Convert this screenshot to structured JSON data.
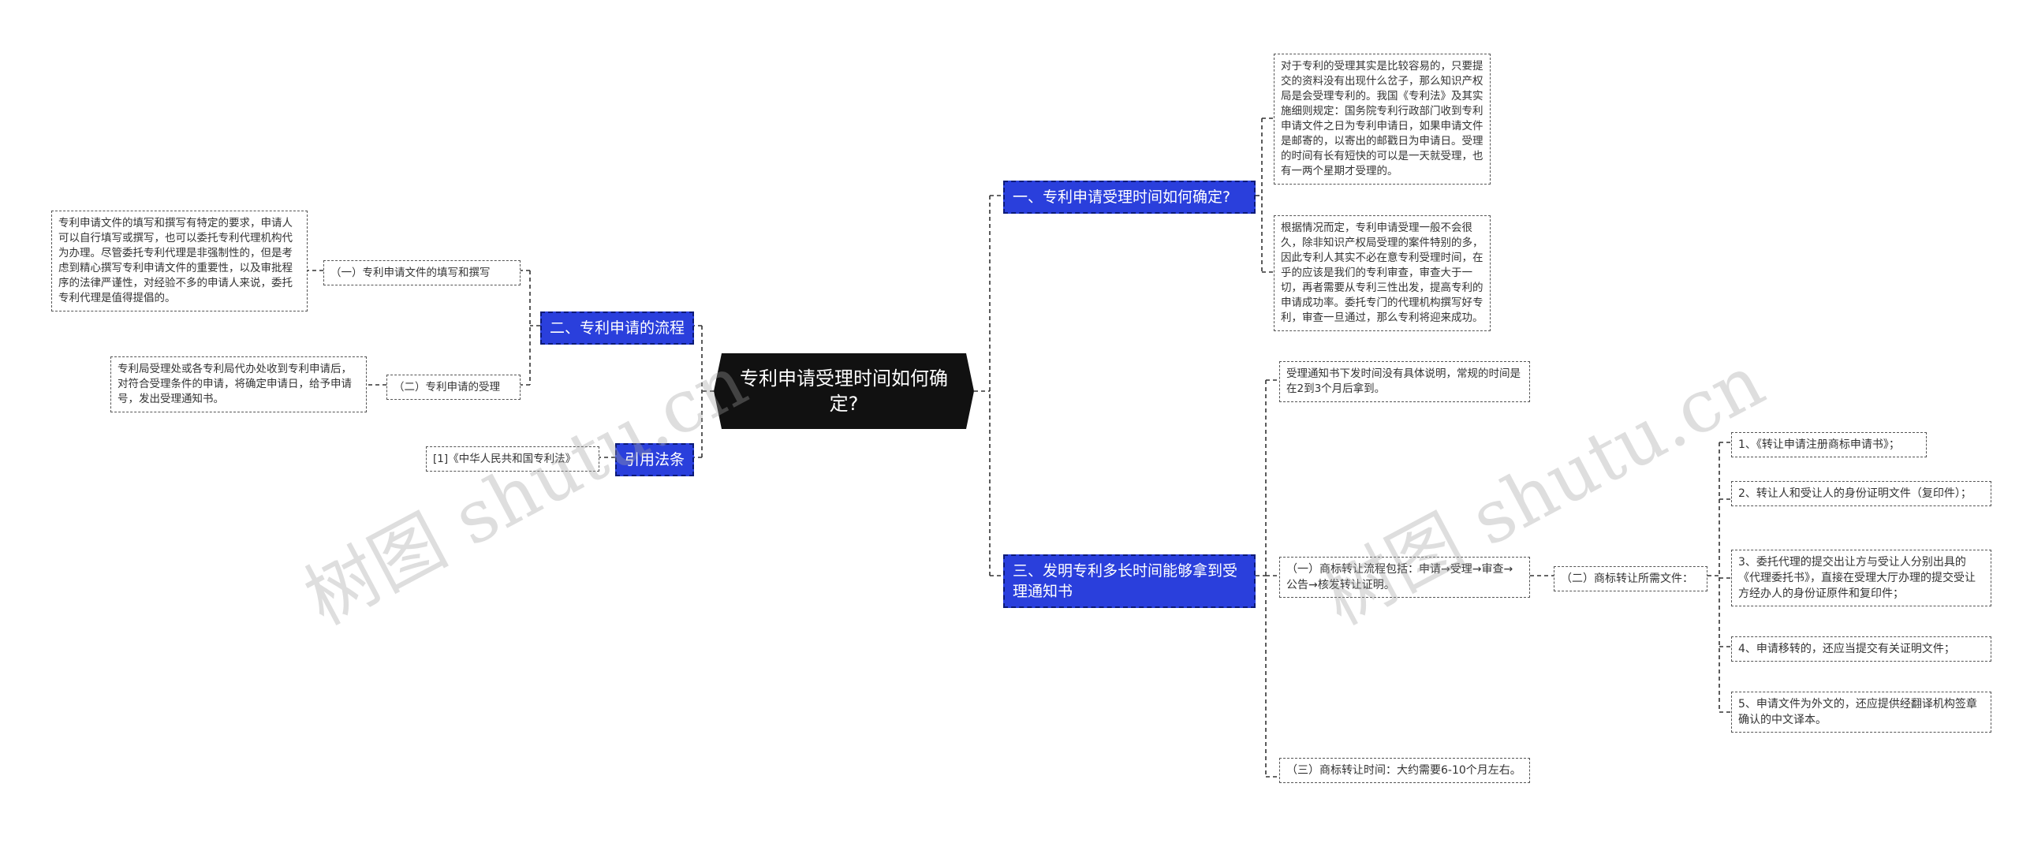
{
  "root": {
    "title": "专利申请受理时间如何确定?"
  },
  "branches": {
    "b1": {
      "label": "一、专利申请受理时间如何确定?",
      "text1": "对于专利的受理其实是比较容易的，只要提交的资料没有出现什么岔子，那么知识产权局是会受理专利的。我国《专利法》及其实施细则规定：国务院专利行政部门收到专利申请文件之日为专利申请日，如果申请文件是邮寄的，以寄出的邮戳日为申请日。受理的时间有长有短快的可以是一天就受理，也有一两个星期才受理的。",
      "text2": "根据情况而定，专利申请受理一般不会很久，除非知识产权局受理的案件特别的多，因此专利人其实不必在意专利受理时间，在乎的应该是我们的专利审查，审查大于一切，再者需要从专利三性出发，提高专利的申请成功率。委托专门的代理机构撰写好专利，审查一旦通过，那么专利将迎来成功。"
    },
    "b2": {
      "label": "二、专利申请的流程",
      "sub1": "（一）专利申请文件的填写和撰写",
      "sub1_text": "专利申请文件的填写和撰写有特定的要求，申请人可以自行填写或撰写，也可以委托专利代理机构代为办理。尽管委托专利代理是非强制性的，但是考虑到精心撰写专利申请文件的重要性，以及审批程序的法律严谨性，对经验不多的申请人来说，委托专利代理是值得提倡的。",
      "sub2": "（二）专利申请的受理",
      "sub2_text": "专利局受理处或各专利局代办处收到专利申请后，对符合受理条件的申请，将确定申请日，给予申请号，发出受理通知书。"
    },
    "b3": {
      "label": "三、发明专利多长时间能够拿到受理通知书",
      "text1": "受理通知书下发时间没有具体说明，常规的时间是在2到3个月后拿到。",
      "sub1": "（一）商标转让流程包括：申请→受理→审查→公告→核发转让证明。",
      "sub2": "（二）商标转让所需文件：",
      "docs": [
        "1、《转让申请注册商标申请书》；",
        "2、转让人和受让人的身份证明文件（复印件）；",
        "3、委托代理的提交出让方与受让人分别出具的《代理委托书》，直接在受理大厅办理的提交受让方经办人的身份证原件和复印件；",
        "4、申请移转的，还应当提交有关证明文件；",
        "5、申请文件为外文的，还应提供经翻译机构签章确认的中文译本。"
      ],
      "sub3": "（三）商标转让时间：大约需要6-10个月左右。"
    },
    "b4": {
      "label": "引用法条",
      "ref": "[1]《中华人民共和国专利法》"
    }
  },
  "watermark": "树图 shutu.cn",
  "colors": {
    "root_bg": "#111111",
    "branch_bg": "#2a3fdc",
    "branch_border": "#0b1a78",
    "connector": "#333333"
  }
}
